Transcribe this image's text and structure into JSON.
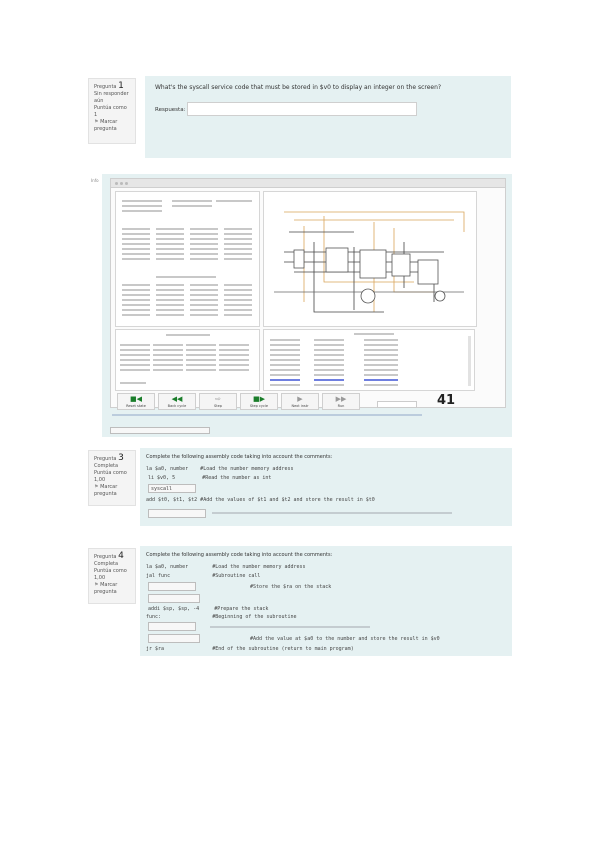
{
  "q1": {
    "question_label": "Pregunta",
    "number": "1",
    "status": "Sin responder aún",
    "points": "Puntúa como 1",
    "flag": "Marcar pregunta",
    "text": "What's the syscall service code that must be stored in $v0 to display an integer on the screen?",
    "answer_label": "Respuesta:"
  },
  "sim": {
    "side_label": "Info",
    "big_number": "41",
    "buttons": [
      "Reset state",
      "Back cycle",
      "Step",
      "Step cycle",
      "Next instr",
      "Run"
    ]
  },
  "q3": {
    "question_label": "Pregunta",
    "number": "3",
    "status": "Completa",
    "points": "Puntúa como 1,00",
    "flag": "Marcar pregunta",
    "text": "Complete the following assembly code taking into account the comments:",
    "lines": [
      "la $a0, number    #Load the number memory address",
      "li $v0, 5         #Read the number as int",
      "syscall",
      "add $t0, $t1, $t2 #Add the values of $t1 and $t2 and store the result in $t0"
    ]
  },
  "q4": {
    "question_label": "Pregunta",
    "number": "4",
    "status": "Completa",
    "points": "Puntúa como 1,00",
    "flag": "Marcar pregunta",
    "text": "Complete the following assembly code taking into account the comments:",
    "lines": [
      "la $a0, number        #Load the number memory address",
      "jal func              #Subroutine call",
      "#Store the $ra on the stack",
      "addi $sp, $sp, -4     #Prepare the stack",
      "func:                 #Beginning of the subroutine",
      "#Add the value at $a0 to the number and store the result in $v0",
      "jr $ra                #End of the subroutine (return to main program)"
    ]
  }
}
